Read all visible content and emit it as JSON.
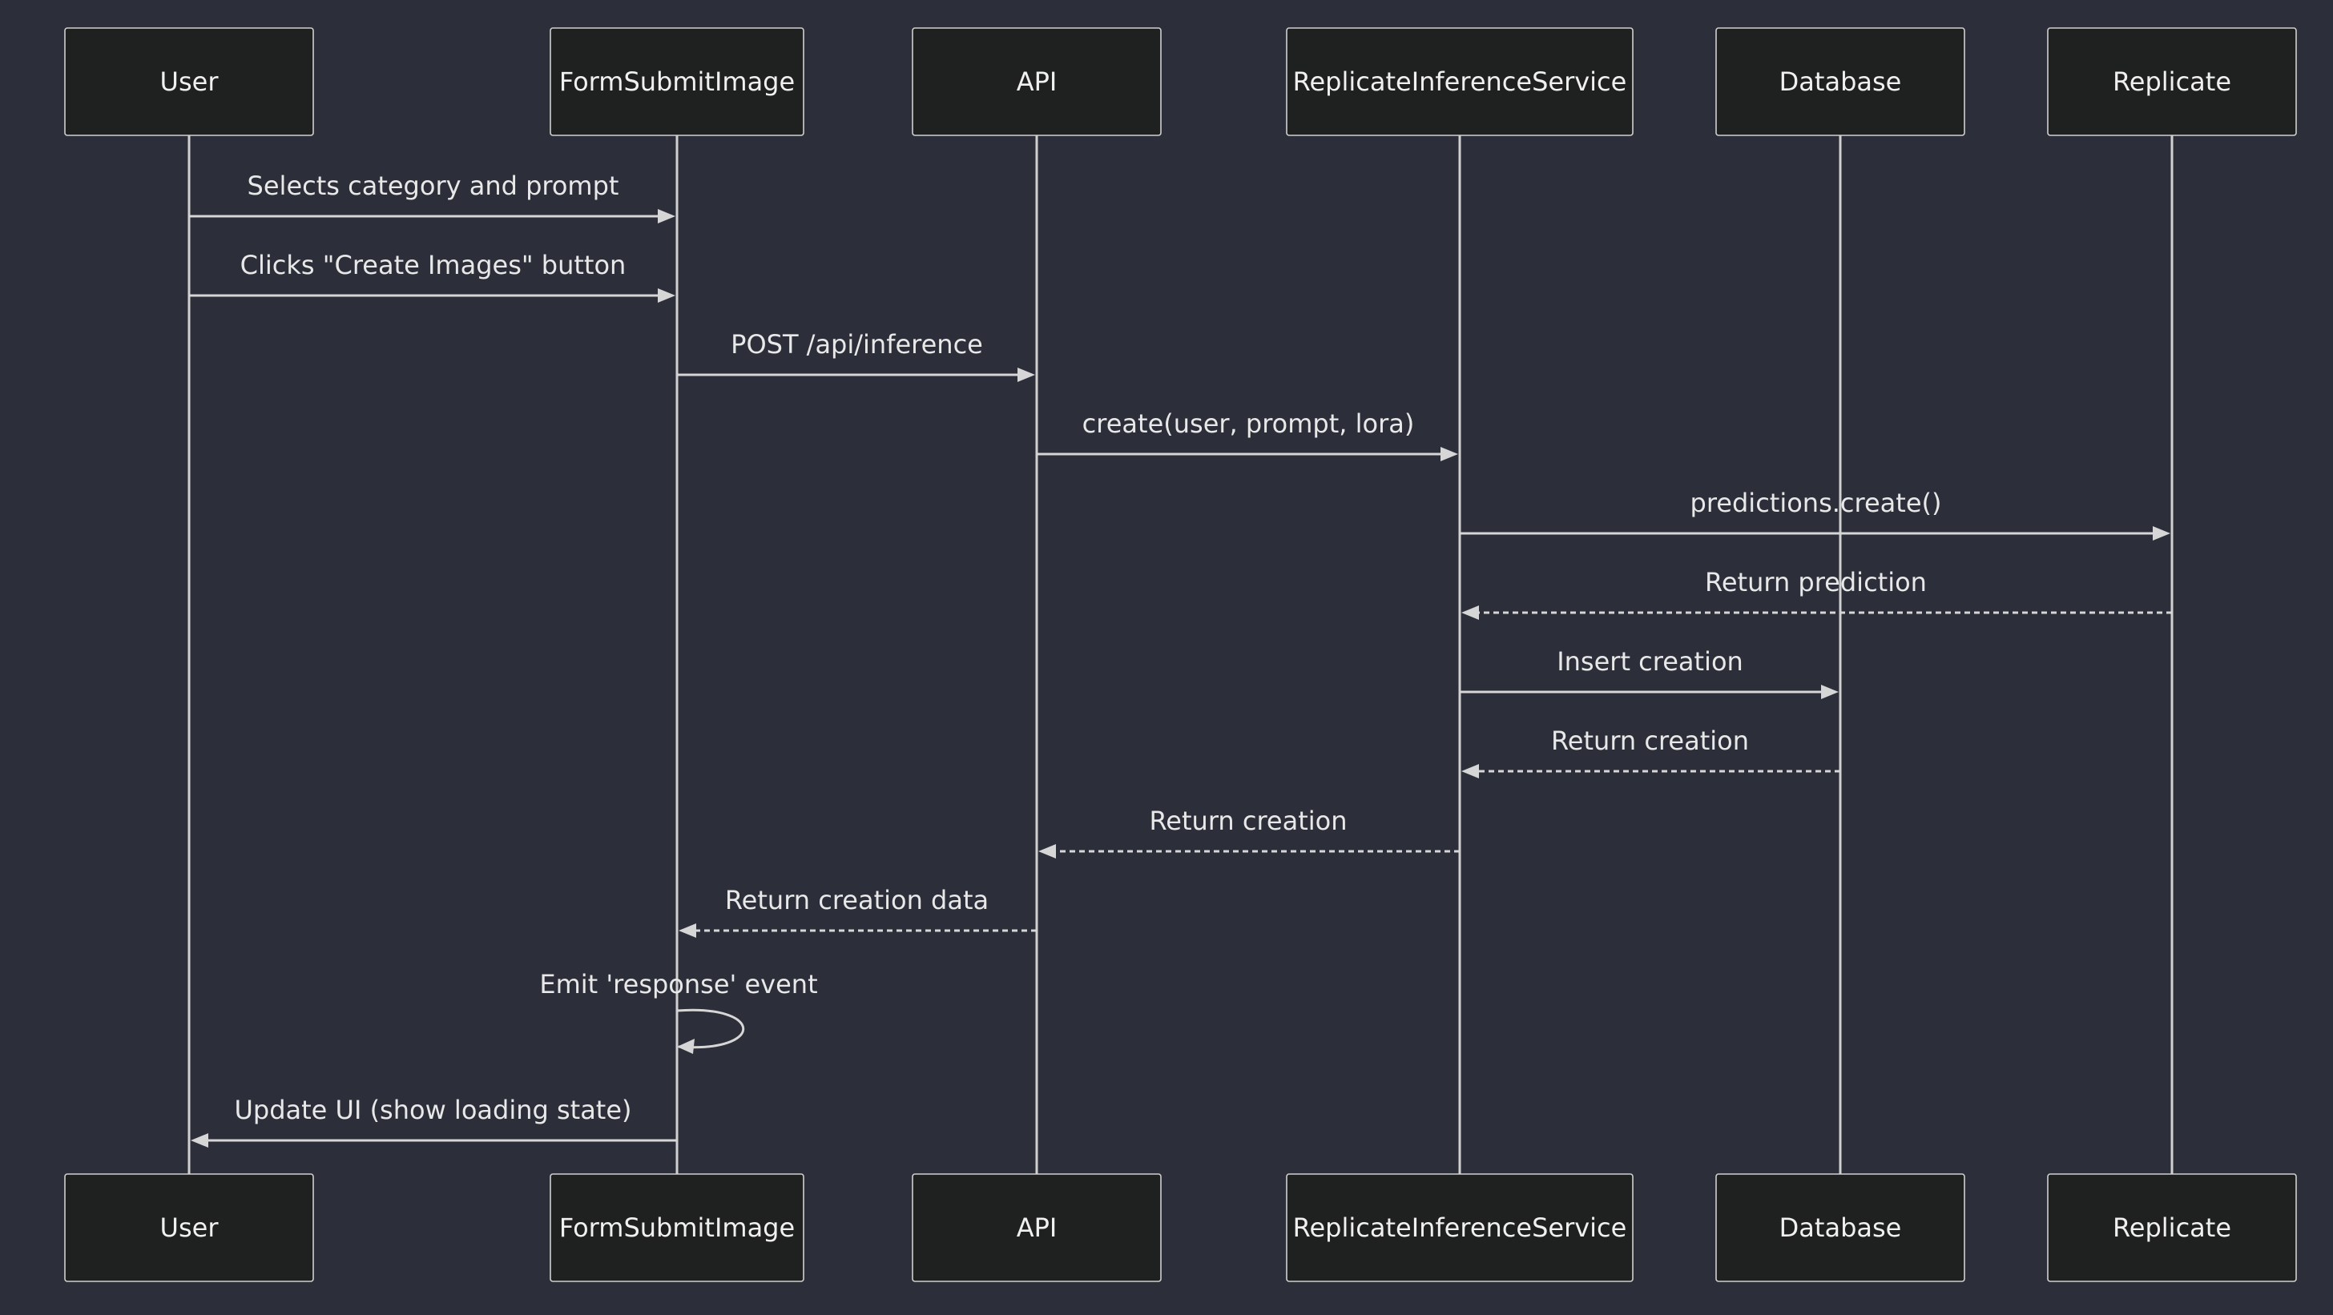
{
  "participants": [
    {
      "id": "user",
      "label": "User"
    },
    {
      "id": "form",
      "label": "FormSubmitImage"
    },
    {
      "id": "api",
      "label": "API"
    },
    {
      "id": "service",
      "label": "ReplicateInferenceService"
    },
    {
      "id": "db",
      "label": "Database"
    },
    {
      "id": "replicate",
      "label": "Replicate"
    }
  ],
  "messages": [
    {
      "from": "user",
      "to": "form",
      "label": "Selects category and prompt",
      "style": "solid"
    },
    {
      "from": "user",
      "to": "form",
      "label": "Clicks \"Create Images\" button",
      "style": "solid"
    },
    {
      "from": "form",
      "to": "api",
      "label": "POST /api/inference",
      "style": "solid"
    },
    {
      "from": "api",
      "to": "service",
      "label": "create(user, prompt, lora)",
      "style": "solid"
    },
    {
      "from": "service",
      "to": "replicate",
      "label": "predictions.create()",
      "style": "solid"
    },
    {
      "from": "replicate",
      "to": "service",
      "label": "Return prediction",
      "style": "dashed"
    },
    {
      "from": "service",
      "to": "db",
      "label": "Insert creation",
      "style": "solid"
    },
    {
      "from": "db",
      "to": "service",
      "label": "Return creation",
      "style": "dashed"
    },
    {
      "from": "service",
      "to": "api",
      "label": "Return creation",
      "style": "dashed"
    },
    {
      "from": "api",
      "to": "form",
      "label": "Return creation data",
      "style": "dashed"
    },
    {
      "from": "form",
      "to": "form",
      "label": "Emit 'response' event",
      "style": "solid"
    },
    {
      "from": "form",
      "to": "user",
      "label": "Update UI (show loading state)",
      "style": "solid"
    }
  ]
}
